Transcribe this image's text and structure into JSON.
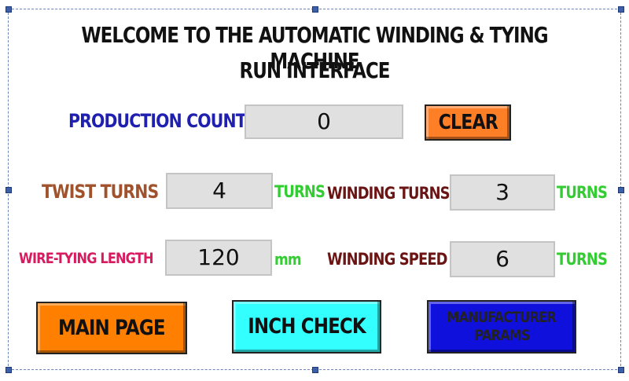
{
  "title_line1": "WELCOME TO THE AUTOMATIC WINDING & TYING MACHINE",
  "title_line2": "RUN INTERFACE",
  "production": {
    "label": "PRODUCTION COUNT",
    "value": "0",
    "clear_label": "CLEAR"
  },
  "twist": {
    "label": "TWIST TURNS",
    "value": "4",
    "unit": "TURNS"
  },
  "winding_turns": {
    "label": "WINDING TURNS",
    "value": "3",
    "unit": "TURNS"
  },
  "wire_tying": {
    "label": "WIRE-TYING LENGTH",
    "value": "120",
    "unit": "mm"
  },
  "winding_speed": {
    "label": "WINDING SPEED",
    "value": "6",
    "unit": "TURNS"
  },
  "buttons": {
    "main_page": "MAIN PAGE",
    "inch_check": "INCH CHECK",
    "manufacturer_line1": "MANUFACTURER",
    "manufacturer_line2": "PARAMS"
  },
  "colors": {
    "production_label": "#1f1fb0",
    "twist_label": "#a0522d",
    "winding_label": "#6b1414",
    "wire_label": "#d81b60",
    "unit": "#33cc33",
    "clear_button": "#ff7f27",
    "main_button": "#ff8000",
    "inch_button": "#33ffff",
    "manufacturer_button": "#1010dd"
  }
}
